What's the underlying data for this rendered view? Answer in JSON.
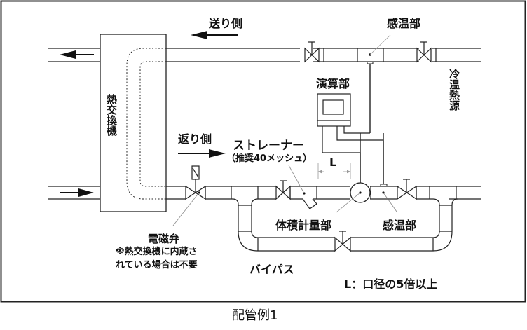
{
  "caption": "配管例1",
  "labels": {
    "supply_side": "送り側",
    "return_side": "返り側",
    "heat_exchanger": "熱交換機",
    "chiller_heater": "冷温熱源",
    "temp_sensor_top": "感温部",
    "temp_sensor_bottom": "感温部",
    "computing_unit": "演算部",
    "strainer": "ストレーナー",
    "strainer_note": "（推奨40メッシュ）",
    "l_dimension": "L",
    "flow_meter": "体積計量部",
    "solenoid_valve": "電磁弁",
    "solenoid_note_line1": "※熱交換機に内蔵さ",
    "solenoid_note_line2": "れている場合は不要",
    "bypass": "バイパス",
    "l_definition": "L：口径の5倍以上"
  },
  "icons": {
    "flow_arrow_left": "arrow-left",
    "flow_arrow_right": "arrow-right",
    "gate_valve": "valve",
    "solenoid": "solenoid-coil",
    "flow_meter": "circle-meter"
  },
  "colors": {
    "line": "#111111",
    "leader": "#777777",
    "dim": "#999999",
    "background": "#ffffff"
  }
}
